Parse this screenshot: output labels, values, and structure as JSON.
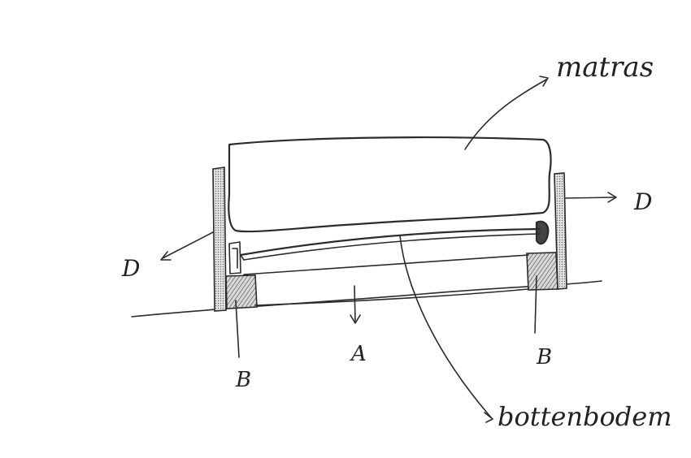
{
  "labels": {
    "matras": "matras",
    "bottom": "bottenbodem",
    "d_left": "D",
    "d_right": "D",
    "b_left": "B",
    "b_right": "B",
    "a": "A"
  }
}
